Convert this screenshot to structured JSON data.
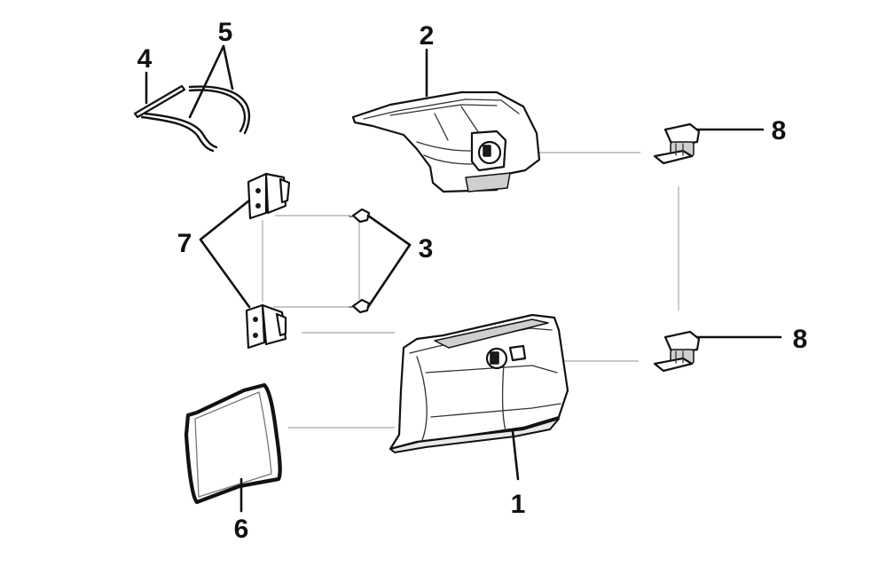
{
  "callouts": [
    {
      "id": "1",
      "label": "1"
    },
    {
      "id": "2",
      "label": "2"
    },
    {
      "id": "3",
      "label": "3"
    },
    {
      "id": "4",
      "label": "4"
    },
    {
      "id": "5",
      "label": "5"
    },
    {
      "id": "6",
      "label": "6"
    },
    {
      "id": "7",
      "label": "7"
    },
    {
      "id": "8a",
      "label": "8"
    },
    {
      "id": "8b",
      "label": "8"
    }
  ],
  "colors": {
    "background": "#ffffff",
    "outline": "#111111",
    "reference_line": "#b5b5b5",
    "shading": "#e9e9e9"
  }
}
